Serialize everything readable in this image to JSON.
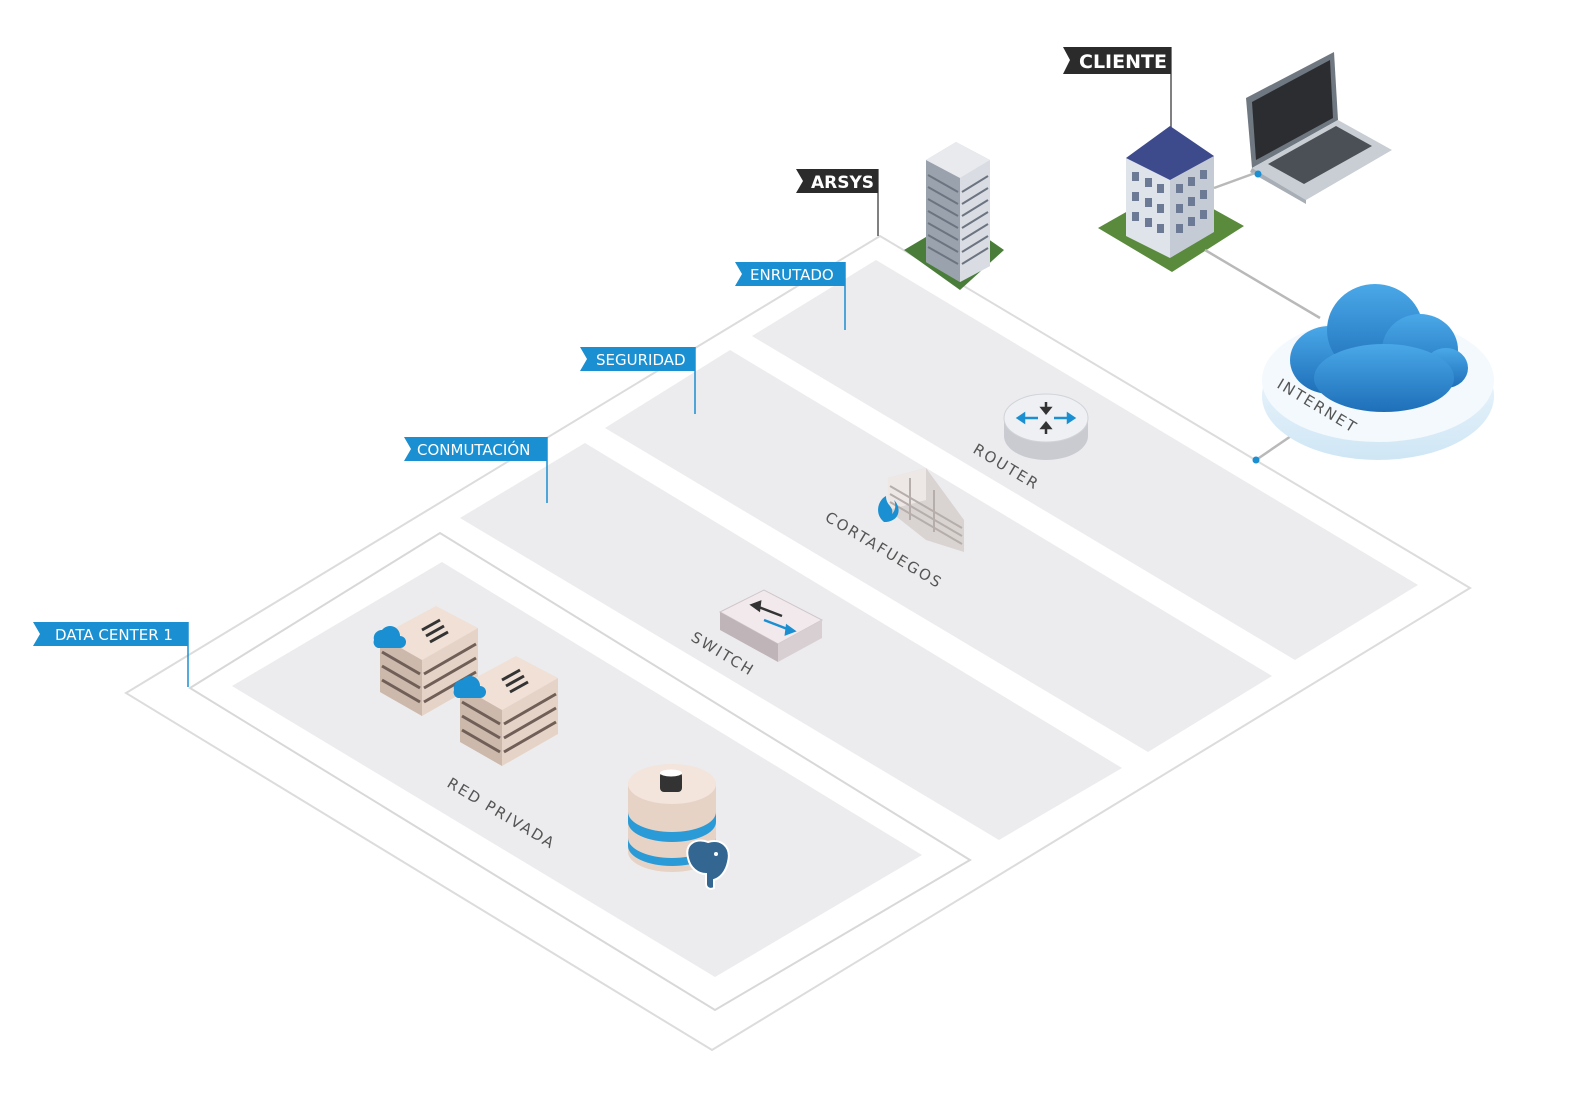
{
  "flags": {
    "data_center": "DATA CENTER 1",
    "conmutacion": "CONMUTACIÓN",
    "seguridad": "SEGURIDAD",
    "enrutado": "ENRUTADO"
  },
  "tags": {
    "arsys": "ARSYS",
    "cliente": "CLIENTE"
  },
  "labels": {
    "red_privada": "RED PRIVADA",
    "switch": "SWITCH",
    "cortafuegos": "CORTAFUEGOS",
    "router": "ROUTER",
    "internet": "INTERNET"
  },
  "colors": {
    "flag_blue": "#1a8fd1",
    "tag_dark": "#2b2b2b",
    "platform_gray": "#ececee",
    "cloud_blue": "#2a86cf"
  },
  "icons": [
    "cloud-server-icon",
    "database-icon",
    "postgresql-elephant-icon",
    "switch-icon",
    "firewall-icon",
    "router-icon",
    "office-tower-icon",
    "client-building-icon",
    "laptop-icon",
    "internet-cloud-icon"
  ]
}
